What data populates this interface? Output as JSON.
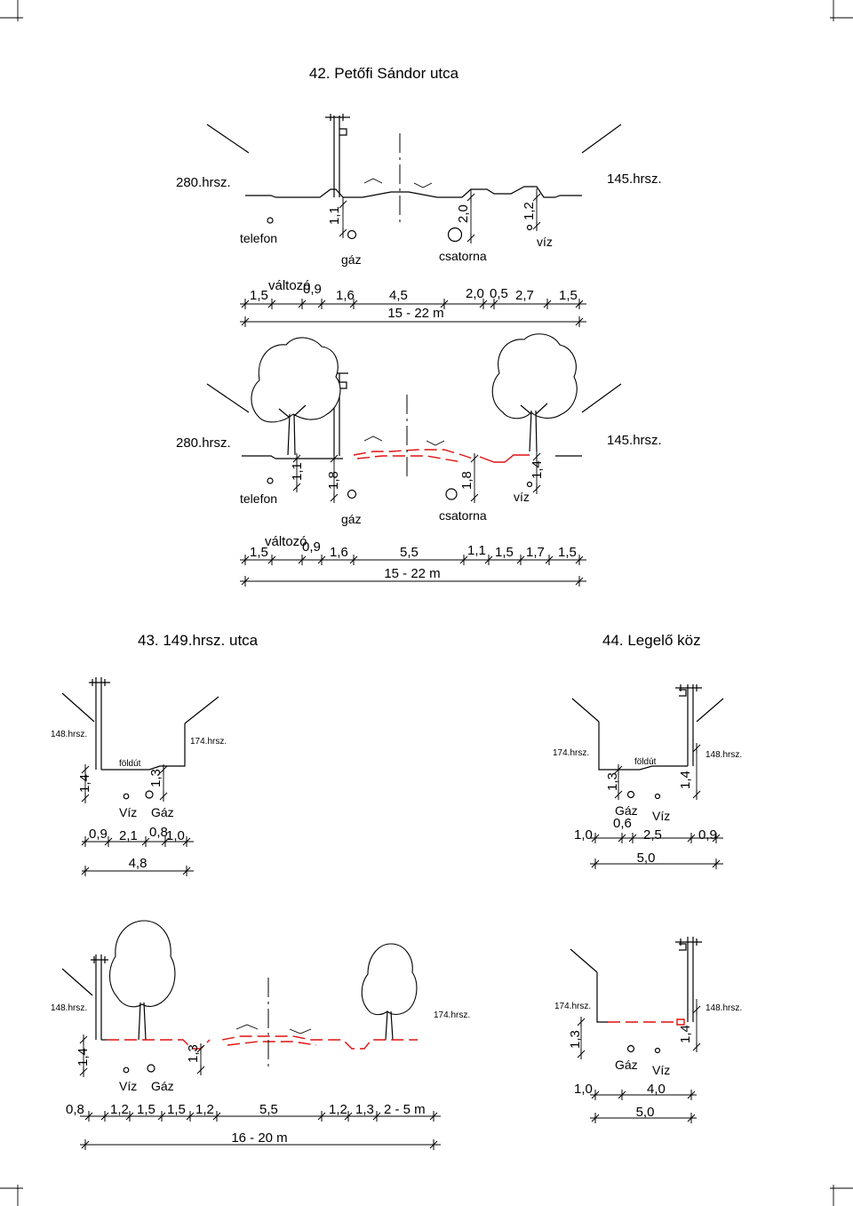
{
  "titles": {
    "s42": "42. Petőfi Sándor utca",
    "s43": "43. 149.hrsz. utca",
    "s44": "44. Legelő köz"
  },
  "sec1": {
    "left_plot": "280.hrsz.",
    "right_plot": "145.hrsz.",
    "telefon": "telefon",
    "gaz": "gáz",
    "csatorna": "csatorna",
    "viz": "víz",
    "depth_gaz": "1,1",
    "depth_csatorna": "2,0",
    "depth_viz": "1,2",
    "valtozo": "változó",
    "dims": [
      "1,5",
      "0,9",
      "1,6",
      "4,5",
      "2,0",
      "0,5",
      "2,7",
      "1,5"
    ],
    "total": "15 - 22 m"
  },
  "sec2": {
    "left_plot": "280.hrsz.",
    "right_plot": "145.hrsz.",
    "telefon": "telefon",
    "gaz": "gáz",
    "csatorna": "csatorna",
    "viz": "víz",
    "depths": [
      "1,1",
      "1,8",
      "1,8",
      "1,4"
    ],
    "valtozo": "változó",
    "dims": [
      "1,5",
      "0,9",
      "1,6",
      "5,5",
      "1,1",
      "1,5",
      "1,7",
      "1,5"
    ],
    "total": "15 - 22 m"
  },
  "sec3": {
    "left_plot": "148.hrsz.",
    "right_plot": "174.hrsz.",
    "foldut": "földút",
    "viz": "Víz",
    "gaz": "Gáz",
    "depths": [
      "1,4",
      "1,3"
    ],
    "dims": [
      "0,9",
      "2,1",
      "0,8",
      "1,0"
    ],
    "total": "4,8"
  },
  "sec4": {
    "left_plot": "174.hrsz.",
    "right_plot": "148.hrsz.",
    "foldut": "földút",
    "gaz": "Gáz",
    "viz": "Víz",
    "depths": [
      "1,3",
      "1,4"
    ],
    "dims": [
      "1,0",
      "0,6",
      "2,5",
      "0,9"
    ],
    "total": "5,0"
  },
  "sec5": {
    "left_plot": "148.hrsz.",
    "right_plot": "174.hrsz.",
    "viz": "Víz",
    "gaz": "Gáz",
    "depths": [
      "1,4",
      "1,3"
    ],
    "dims": [
      "0,8",
      "1,2",
      "1,5",
      "1,5",
      "1,2",
      "5,5",
      "1,2",
      "1,3",
      "2 - 5 m"
    ],
    "total": "16 - 20 m"
  },
  "sec6": {
    "left_plot": "174.hrsz.",
    "right_plot": "148.hrsz.",
    "gaz": "Gáz",
    "viz": "Víz",
    "depths": [
      "1,3",
      "1,4"
    ],
    "dims": [
      "1,0",
      "4,0"
    ],
    "total": "5,0"
  }
}
